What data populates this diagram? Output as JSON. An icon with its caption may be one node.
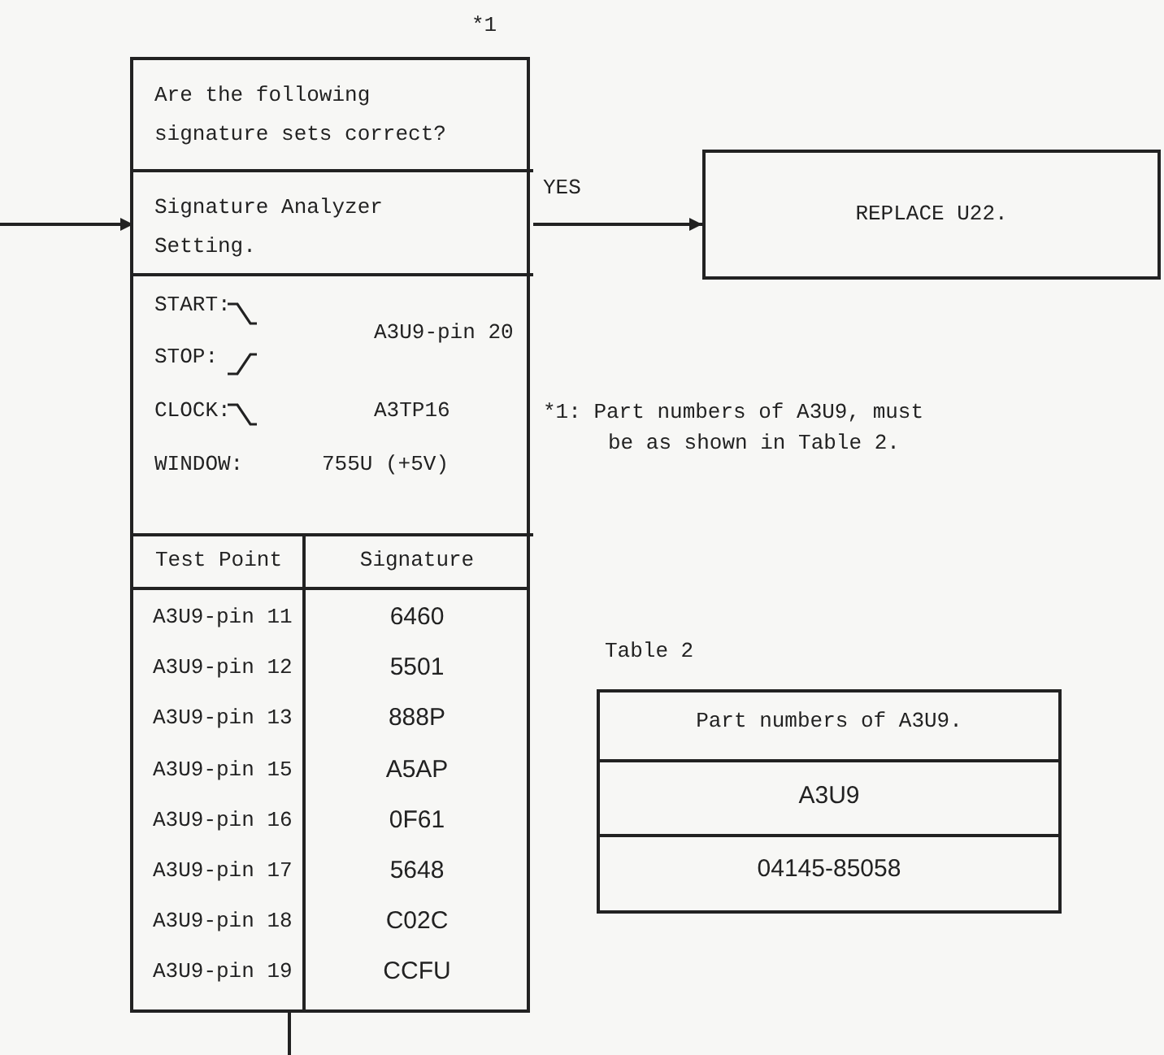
{
  "diagram": {
    "nodes": [
      {
        "text": [],
        "shape": "box",
        "beside": [
          "*1"
        ]
      },
      {
        "text": [
          "Are the following signature sets correct?"
        ],
        "in": 0
      },
      {
        "text": [
          "Signature Analyzer Setting."
        ],
        "in": 0
      },
      {
        "text": [
          "START:",
          "STOP:",
          "CLOCK:",
          "A3U9-pin 20",
          "A3TP16",
          "WINDOW:",
          "755U (+5V)"
        ],
        "in": 0
      },
      {
        "text": [
          "REPLACE U22."
        ]
      }
    ],
    "edges": [
      {
        "from": null,
        "to": 2,
        "arrow": "to"
      },
      {
        "from": 2,
        "to": 4,
        "arrow": "to",
        "label": "YES"
      },
      {
        "from": 0,
        "to": null,
        "arrow": "none"
      }
    ],
    "labels": [
      "Test Point",
      "Signature",
      "A3U9-pin 11",
      "6460",
      "A3U9-pin 12",
      "5501",
      "A3U9-pin 13",
      "888P",
      "A3U9-pin 15",
      "A5AP",
      "A3U9-pin 16",
      "0F61",
      "A3U9-pin 17",
      "5648",
      "A3U9-pin 18",
      "C02C",
      "A3U9-pin 19",
      "CCFU",
      "*1: Part numbers of A3U9, must be as shown in Table 2.",
      "Table 2",
      "Part numbers of A3U9.",
      "A3U9",
      "04145-85058"
    ]
  }
}
